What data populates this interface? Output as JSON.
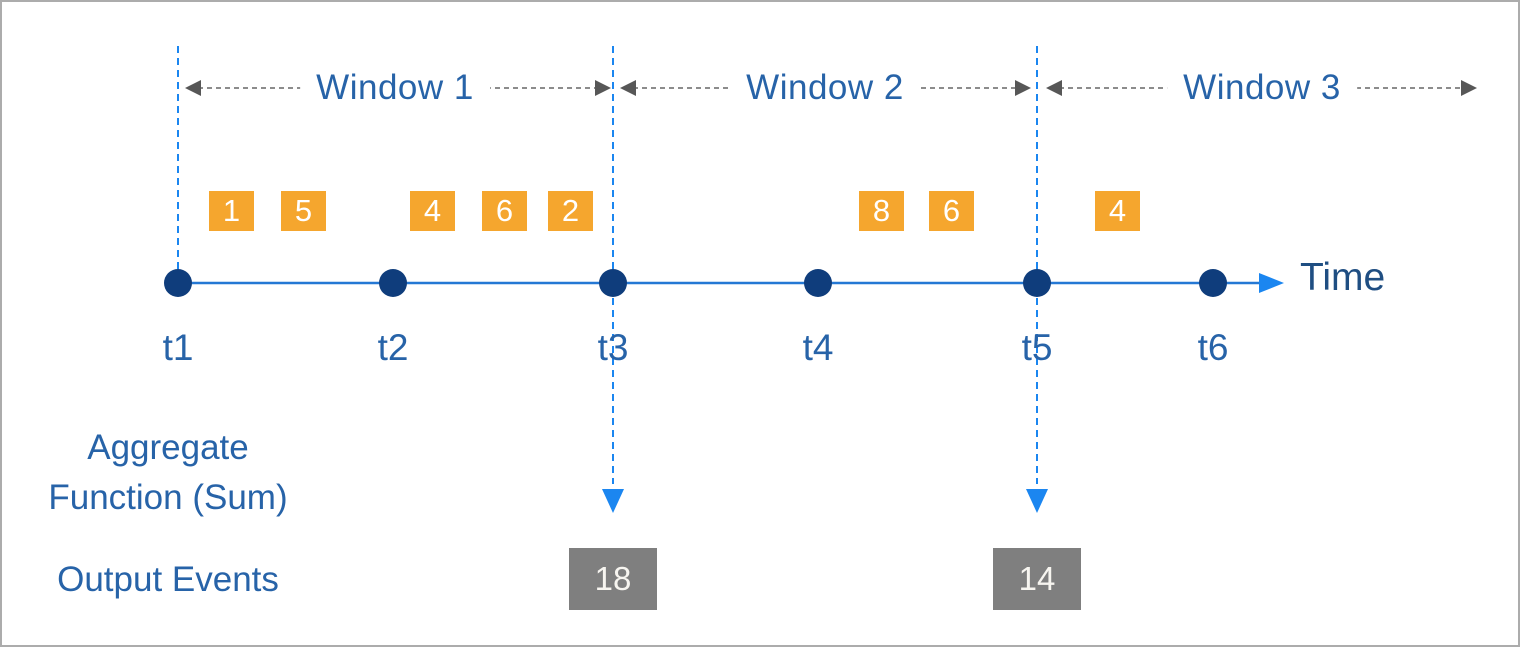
{
  "colors": {
    "text-blue": "#2763a8",
    "time-blue": "#1f4e82",
    "axis-blue": "#2478d4",
    "bright-blue": "#1b86f0",
    "dot-navy": "#0f3d7c",
    "event-orange": "#f5a62e",
    "event-text": "#ffffff",
    "output-gray": "#7f7f7f",
    "output-text": "#f7f5f0",
    "window-dash-gray": "#8c8c8c",
    "window-arrow-gray": "#575757",
    "border-gray": "#acacac"
  },
  "windows": [
    {
      "label": "Window 1",
      "events": [
        "1",
        "5",
        "4",
        "6",
        "2"
      ],
      "output": "18"
    },
    {
      "label": "Window 2",
      "events": [
        "8",
        "6"
      ],
      "output": "14"
    },
    {
      "label": "Window 3",
      "events": [
        "4"
      ]
    }
  ],
  "timeline": {
    "axis_label": "Time",
    "ticks": [
      "t1",
      "t2",
      "t3",
      "t4",
      "t5",
      "t6"
    ]
  },
  "labels": {
    "aggregate": [
      "Aggregate",
      "Function (Sum)"
    ],
    "output_events": "Output Events"
  }
}
